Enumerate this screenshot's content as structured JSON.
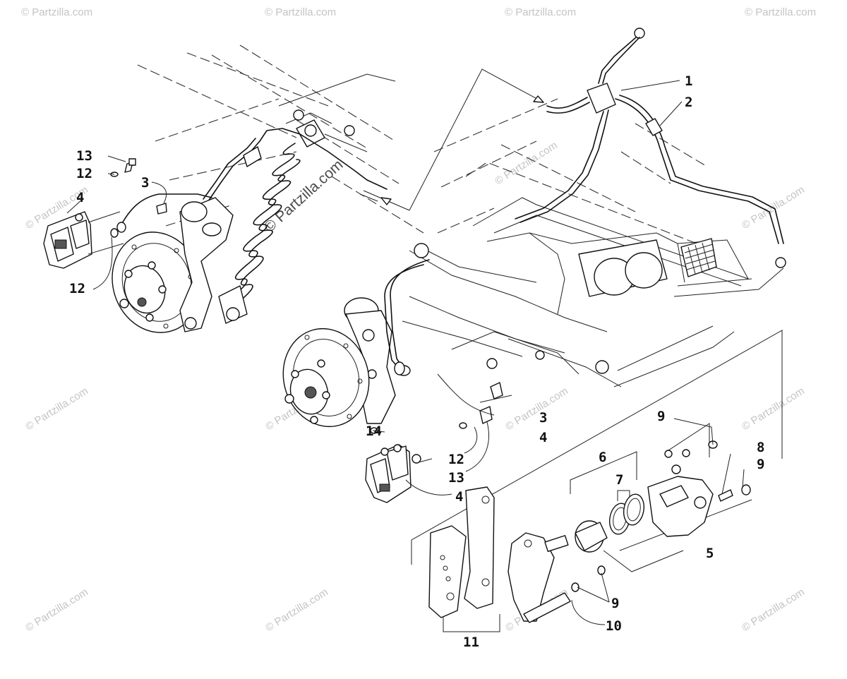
{
  "watermark": {
    "text": "© Partzilla.com",
    "center_text": "© Partzilla.com"
  },
  "callouts": [
    {
      "id": "c1",
      "label": "1"
    },
    {
      "id": "c2",
      "label": "2"
    },
    {
      "id": "c3a",
      "label": "3"
    },
    {
      "id": "c3b",
      "label": "3"
    },
    {
      "id": "c4a",
      "label": "4"
    },
    {
      "id": "c4b",
      "label": "4"
    },
    {
      "id": "c4c",
      "label": "4"
    },
    {
      "id": "c5",
      "label": "5"
    },
    {
      "id": "c6",
      "label": "6"
    },
    {
      "id": "c7",
      "label": "7"
    },
    {
      "id": "c8",
      "label": "8"
    },
    {
      "id": "c9a",
      "label": "9"
    },
    {
      "id": "c9b",
      "label": "9"
    },
    {
      "id": "c9c",
      "label": "9"
    },
    {
      "id": "c10",
      "label": "10"
    },
    {
      "id": "c11",
      "label": "11"
    },
    {
      "id": "c12a",
      "label": "12"
    },
    {
      "id": "c12b",
      "label": "12"
    },
    {
      "id": "c12c",
      "label": "12"
    },
    {
      "id": "c13a",
      "label": "13"
    },
    {
      "id": "c13b",
      "label": "13"
    },
    {
      "id": "c14",
      "label": "14"
    }
  ]
}
